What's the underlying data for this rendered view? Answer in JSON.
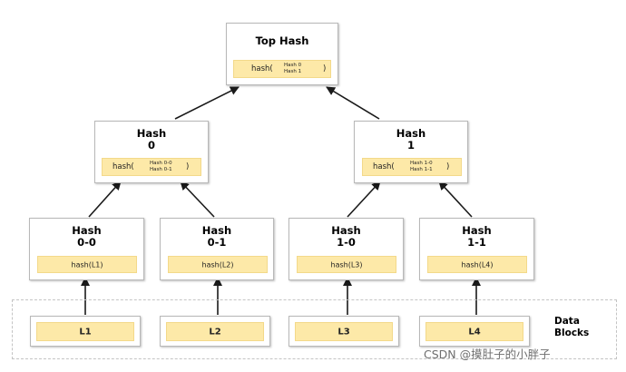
{
  "top": {
    "title": "Top Hash",
    "fn": "hash(",
    "args": [
      "Hash 0",
      "Hash 1"
    ],
    "close": ")"
  },
  "h0": {
    "title_line1": "Hash",
    "title_line2": "0",
    "fn": "hash(",
    "args": [
      "Hash 0-0",
      "Hash 0-1"
    ],
    "close": ")"
  },
  "h1": {
    "title_line1": "Hash",
    "title_line2": "1",
    "fn": "hash(",
    "args": [
      "Hash 1-0",
      "Hash 1-1"
    ],
    "close": ")"
  },
  "h00": {
    "title_line1": "Hash",
    "title_line2": "0-0",
    "formula": "hash(L1)"
  },
  "h01": {
    "title_line1": "Hash",
    "title_line2": "0-1",
    "formula": "hash(L2)"
  },
  "h10": {
    "title_line1": "Hash",
    "title_line2": "1-0",
    "formula": "hash(L3)"
  },
  "h11": {
    "title_line1": "Hash",
    "title_line2": "1-1",
    "formula": "hash(L4)"
  },
  "leaves": [
    "L1",
    "L2",
    "L3",
    "L4"
  ],
  "data_blocks_label": [
    "Data",
    "Blocks"
  ],
  "watermark": "CSDN @摸肚子的小胖子",
  "colors": {
    "formula_fill": "#fde9a8",
    "node_border": "#b8b8b8",
    "arrow": "#1a1a1a"
  }
}
